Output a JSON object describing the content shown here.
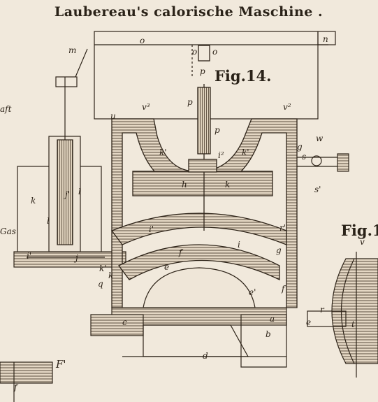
{
  "header": {
    "title": "Laubereau's calorische Maschine ."
  },
  "figures": {
    "fig14": "Fig.14.",
    "fig1": "Fig.1"
  },
  "labels": {
    "m": "m",
    "n": "n",
    "o": "o",
    "o_left": "o",
    "o_right": "o",
    "p_top": "p",
    "p_mid": "p",
    "p_low": "p",
    "v3": "v³",
    "v2": "v²",
    "u": "u",
    "w": "w",
    "g": "g",
    "g_low": "g",
    "s": "s",
    "s1": "s'",
    "k_prime_left": "k'",
    "k_prime_right": "k'",
    "i2": "i²",
    "h": "h",
    "k_small": "k",
    "k_big": "k",
    "i_prime": "i'",
    "i_lower": "i",
    "r_prime": "r'",
    "f_lower": "f",
    "e_arc": "e",
    "c": "c",
    "a": "a",
    "b": "b",
    "d": "d",
    "e_prime": "e'",
    "f_small": "f",
    "l": "l",
    "l_lower": "l",
    "j_prime": "j'",
    "j": "j",
    "q": "q",
    "k_small2": "k",
    "kk_small": "k'",
    "g_small": "g",
    "i1": "i'",
    "left_word_1": "aft",
    "left_word_2": "Gas",
    "r": "r",
    "t": "t",
    "e_right": "e",
    "F_prime": "F'",
    "f_bottom": "f",
    "nu": "v"
  },
  "colors": {
    "paper": "#f1e9dc",
    "ink": "#2e2419",
    "shade": "#8c7a66"
  }
}
